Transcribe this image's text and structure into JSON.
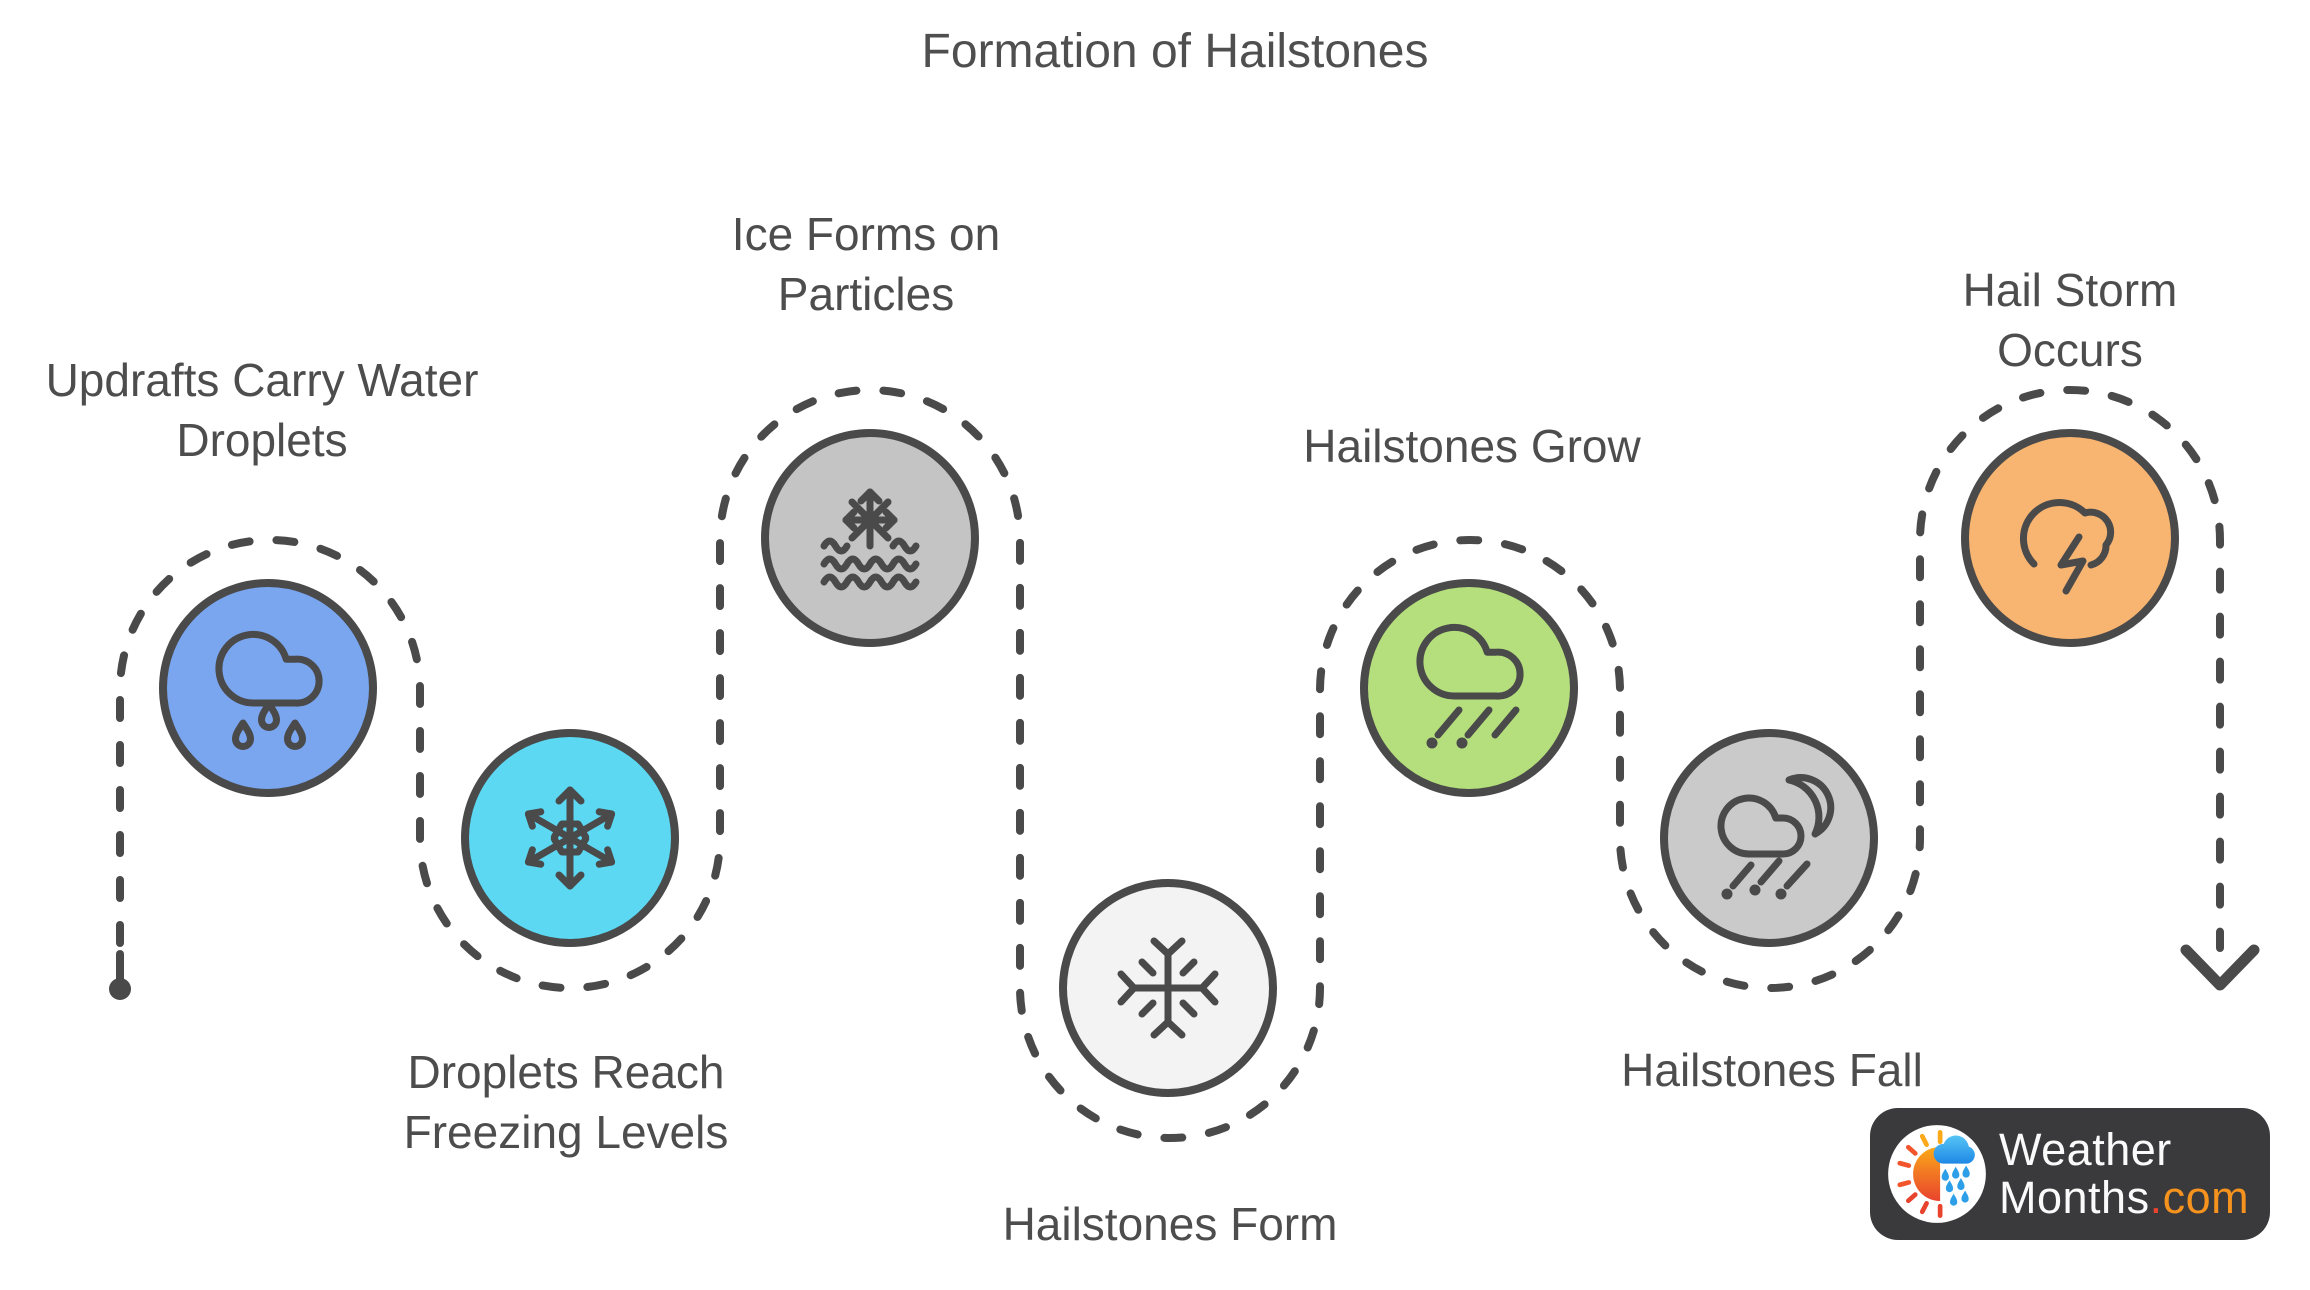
{
  "title": "Formation of Hailstones",
  "steps": [
    {
      "id": "updrafts",
      "label": "Updrafts Carry Water\nDroplets",
      "color": "#7aa6f0",
      "icon": "rain-cloud-icon"
    },
    {
      "id": "freezing",
      "label": "Droplets Reach\nFreezing Levels",
      "color": "#5cd8f3",
      "icon": "snowflake-icon"
    },
    {
      "id": "ice-forms",
      "label": "Ice Forms on\nParticles",
      "color": "#c4c4c4",
      "icon": "snowflake-over-waves-icon"
    },
    {
      "id": "hailstones-form",
      "label": "Hailstones Form",
      "color": "#f3f3f3",
      "icon": "simple-snowflake-icon"
    },
    {
      "id": "hailstones-grow",
      "label": "Hailstones Grow",
      "color": "#b5df7c",
      "icon": "cloud-hail-icon"
    },
    {
      "id": "hailstones-fall",
      "label": "Hailstones Fall",
      "color": "#cacaca",
      "icon": "cloud-moon-hail-icon"
    },
    {
      "id": "hail-storm",
      "label": "Hail Storm Occurs",
      "color": "#f8b471",
      "icon": "cloud-lightning-icon"
    }
  ],
  "logo": {
    "line1": "Weather",
    "line2": "Months",
    "dot": ".",
    "suffix": "com"
  },
  "colors": {
    "path_stroke": "#4a4a4a",
    "label_text": "#4d4d4d",
    "logo_background": "#3a3a3c",
    "logo_text": "#fafafa",
    "logo_dot": "#e8432d",
    "logo_com": "#f6921e"
  }
}
